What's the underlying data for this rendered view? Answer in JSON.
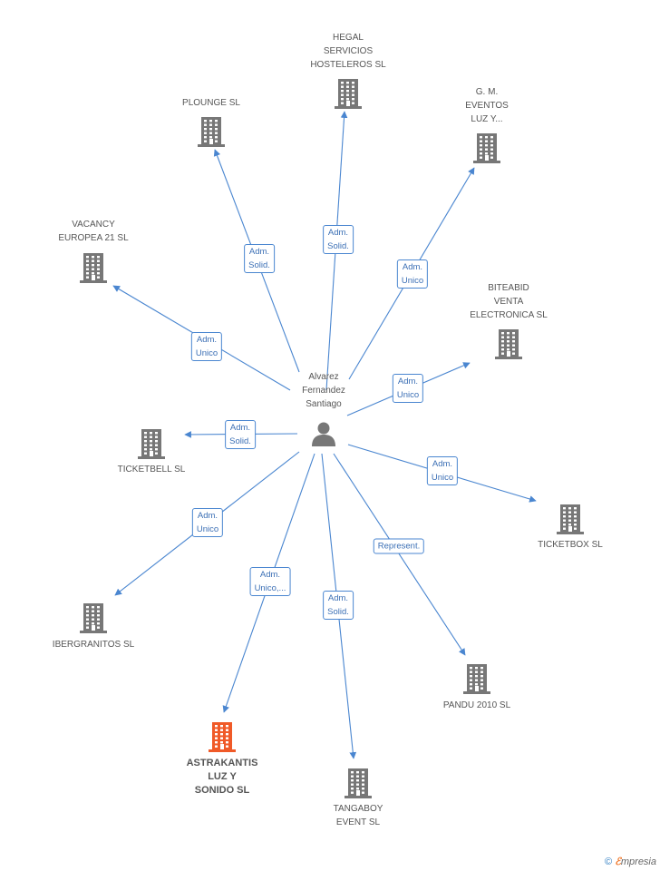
{
  "colors": {
    "edge": "#4a86d0",
    "node": "#777777",
    "highlight": "#f05a28"
  },
  "center": {
    "name": "Alvarez\nFernandez\nSantiago",
    "icon": "person-icon"
  },
  "companies": [
    {
      "name": "HEGAL\nSERVICIOS\nHOSTELEROS SL",
      "relation": "Adm.\nSolid.",
      "highlight": false
    },
    {
      "name": "PLOUNGE SL",
      "relation": "Adm.\nSolid.",
      "highlight": false
    },
    {
      "name": "G.  M.\nEVENTOS\nLUZ Y...",
      "relation": "Adm.\nUnico",
      "highlight": false
    },
    {
      "name": "VACANCY\nEUROPEA 21 SL",
      "relation": "Adm.\nUnico",
      "highlight": false
    },
    {
      "name": "BITEABID\nVENTA\nELECTRONICA SL",
      "relation": "Adm.\nUnico",
      "highlight": false
    },
    {
      "name": "TICKETBELL  SL",
      "relation": "Adm.\nSolid.",
      "highlight": false
    },
    {
      "name": "TICKETBOX SL",
      "relation": "Adm.\nUnico",
      "highlight": false
    },
    {
      "name": "IBERGRANITOS SL",
      "relation": "Adm.\nUnico",
      "highlight": false
    },
    {
      "name": "PANDU 2010 SL",
      "relation": "Represent.",
      "highlight": false
    },
    {
      "name": "ASTRAKANTIS\nLUZ Y\nSONIDO SL",
      "relation": "Adm.\nUnico,...",
      "highlight": true
    },
    {
      "name": "TANGABOY\nEVENT  SL",
      "relation": "Adm.\nSolid.",
      "highlight": false
    }
  ],
  "footer": {
    "copyright": "©",
    "brand_initial": "ℰ",
    "brand_rest": "mpresia"
  }
}
